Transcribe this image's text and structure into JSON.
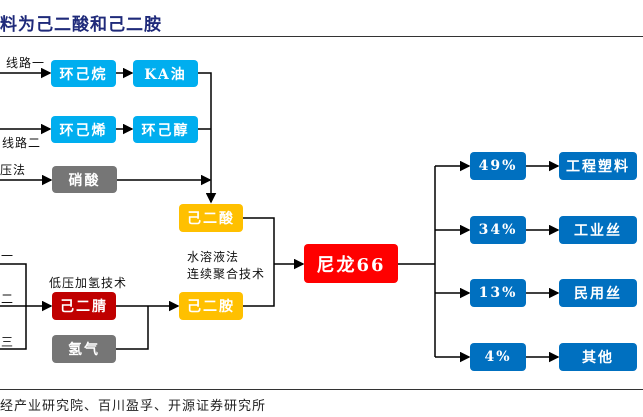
{
  "title": "料为己二酸和己二胺",
  "route_labels": {
    "route1_top": "线路一",
    "route2_top": "线路二",
    "pressure": "压法",
    "route1_bottom": "路一",
    "route2_bottom": "路二",
    "route3_bottom": "路三",
    "low_pressure": "低压加氢技术",
    "aqueous_1": "水溶液法",
    "aqueous_2": "连续聚合技术"
  },
  "nodes": {
    "cyclohexane": "环己烷",
    "ka_oil": "KA油",
    "cyclohexene": "环己烯",
    "cyclohexanol": "环己醇",
    "nitric_acid": "硝酸",
    "adipic_acid": "己二酸",
    "adiponitrile": "己二腈",
    "hydrogen": "氢气",
    "hexamethylenediamine": "己二胺",
    "nylon66": "尼龙66"
  },
  "applications": [
    {
      "share": "49%",
      "name": "工程塑料"
    },
    {
      "share": "34%",
      "name": "工业丝"
    },
    {
      "share": "13%",
      "name": "民用丝"
    },
    {
      "share": "4%",
      "name": "其他"
    }
  ],
  "footer": "经产业研究院、百川盈孚、开源证券研究所"
}
